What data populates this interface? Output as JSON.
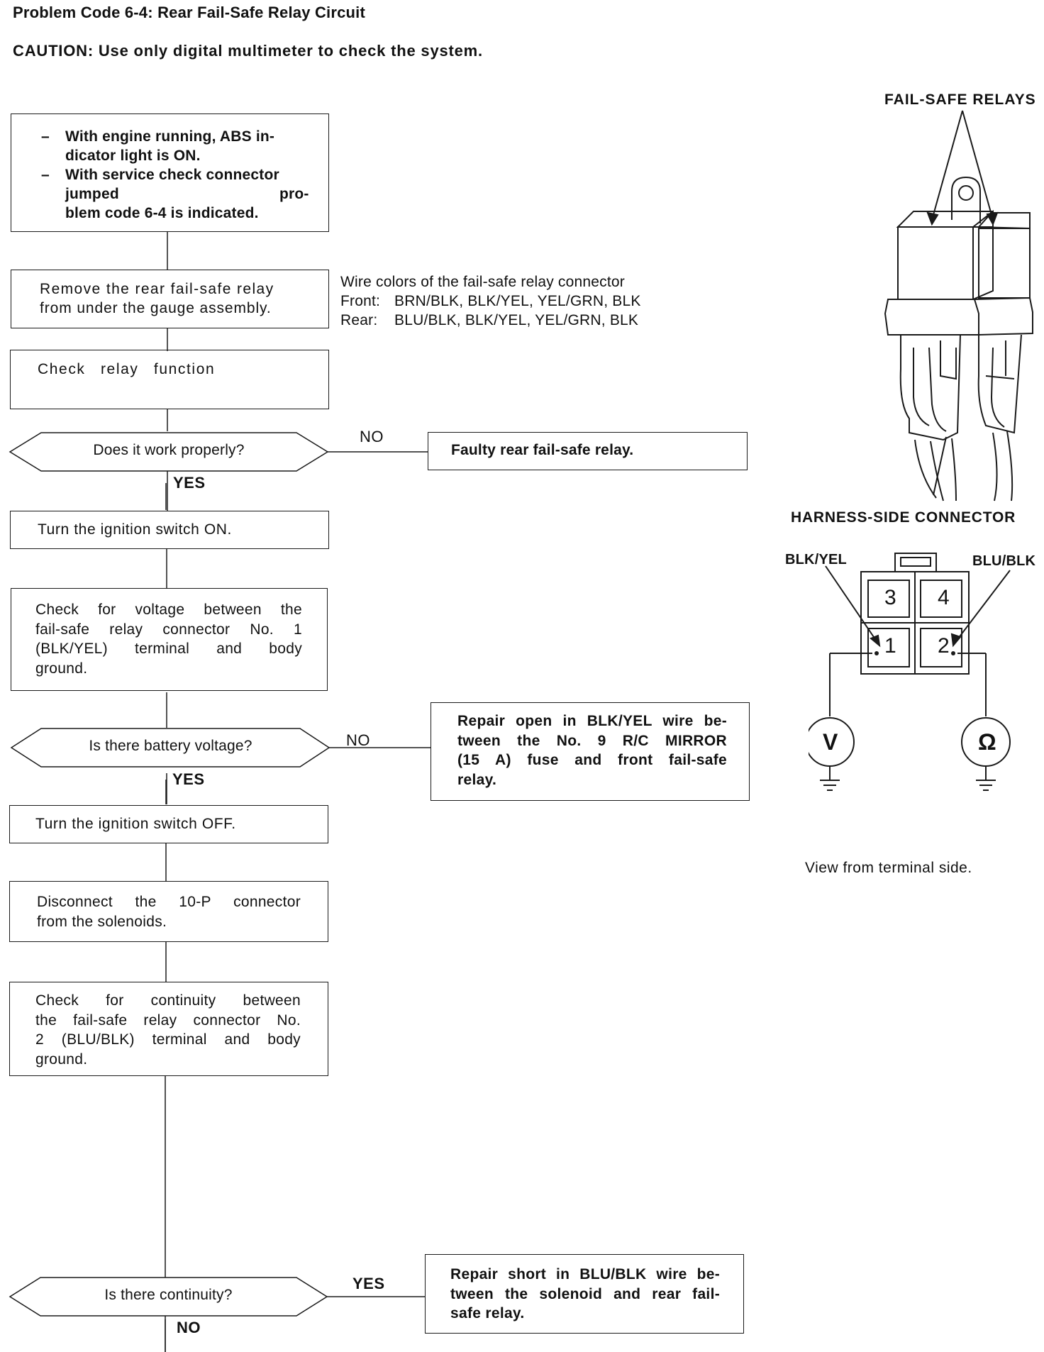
{
  "header": {
    "title": "Problem Code 6-4: Rear Fail-Safe Relay Circuit",
    "caution": "CAUTION:  Use only digital multimeter to check the system."
  },
  "flow": {
    "start": {
      "dash1": "–",
      "line1": "With engine running, ABS in-",
      "line2": "dicator light is ON.",
      "dash2": "–",
      "line3": "With service check connector",
      "line4a": "jumped",
      "line4b": "pro-",
      "line5": "blem code 6-4 is indicated."
    },
    "remove": {
      "line1": "Remove the rear fail-safe relay",
      "line2": "from under the gauge assembly."
    },
    "wire_note": {
      "line1": "Wire colors of the fail-safe relay connector",
      "front_label": "Front:",
      "front": "BRN/BLK, BLK/YEL, YEL/GRN, BLK",
      "rear_label": "Rear:",
      "rear": "BLU/BLK, BLK/YEL, YEL/GRN, BLK"
    },
    "check_relay": "Check  relay  function",
    "q_works": "Does it work properly?",
    "no1": "NO",
    "faulty": "Faulty rear fail-safe relay.",
    "yes1": "YES",
    "ign_on": "Turn the ignition switch ON.",
    "voltage": {
      "line1": "Check for voltage between the",
      "line2": "fail-safe relay connector No. 1",
      "line3": "(BLK/YEL) terminal and body",
      "line4": "ground."
    },
    "q_battery": "Is there battery voltage?",
    "no2": "NO",
    "repair_open": {
      "line1": "Repair open in BLK/YEL wire be-",
      "line2": "tween the No. 9 R/C MIRROR",
      "line3": "(15 A) fuse and front fail-safe",
      "line4": "relay."
    },
    "yes2": "YES",
    "ign_off": "Turn the ignition switch OFF.",
    "disconnect": {
      "line1": "Disconnect the 10-P connector",
      "line2": "from the solenoids."
    },
    "continuity": {
      "line1": "Check for continuity between",
      "line2": "the fail-safe relay connector No.",
      "line3": "2 (BLU/BLK) terminal and body",
      "line4": "ground."
    },
    "q_cont": "Is there continuity?",
    "yes3": "YES",
    "repair_short": {
      "line1": "Repair short in BLU/BLK wire be-",
      "line2": "tween the solenoid and rear fail-",
      "line3": "safe relay."
    },
    "no3": "NO"
  },
  "side": {
    "relays_label": "FAIL-SAFE RELAYS",
    "harness_label": "HARNESS-SIDE CONNECTOR",
    "blk_yel": "BLK/YEL",
    "blu_blk": "BLU/BLK",
    "t1": "1",
    "t2": "2",
    "t3": "3",
    "t4": "4",
    "volt_symbol": "V",
    "ohm_symbol": "Ω",
    "view_note": "View from terminal side."
  }
}
